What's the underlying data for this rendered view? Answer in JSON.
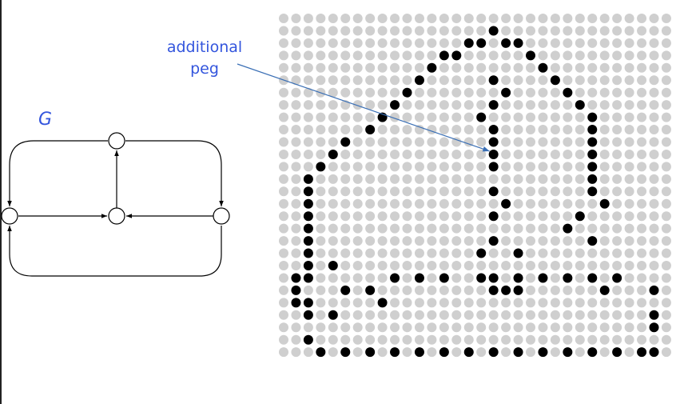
{
  "graph": {
    "label": "G",
    "label_color": "#3355dd",
    "nodes": [
      "top",
      "left",
      "center",
      "right"
    ],
    "edges": [
      [
        "top",
        "left"
      ],
      [
        "top",
        "right"
      ],
      [
        "center",
        "top"
      ],
      [
        "left",
        "center"
      ],
      [
        "right",
        "center"
      ],
      [
        "right",
        "left"
      ]
    ]
  },
  "annotation": {
    "line1": "additional",
    "line2": "peg",
    "color": "#3355dd",
    "points_to": {
      "col": 17,
      "row": 11
    }
  },
  "pegboard": {
    "columns": 32,
    "rows": 28,
    "empty_color": "#cfcfcf",
    "filled_color": "#000000",
    "filled": [
      [
        17,
        1
      ],
      [
        15,
        2
      ],
      [
        16,
        2
      ],
      [
        18,
        2
      ],
      [
        19,
        2
      ],
      [
        13,
        3
      ],
      [
        14,
        3
      ],
      [
        20,
        3
      ],
      [
        12,
        4
      ],
      [
        21,
        4
      ],
      [
        11,
        5
      ],
      [
        17,
        5
      ],
      [
        22,
        5
      ],
      [
        10,
        6
      ],
      [
        18,
        6
      ],
      [
        23,
        6
      ],
      [
        9,
        7
      ],
      [
        17,
        7
      ],
      [
        24,
        7
      ],
      [
        8,
        8
      ],
      [
        16,
        8
      ],
      [
        25,
        8
      ],
      [
        7,
        9
      ],
      [
        17,
        9
      ],
      [
        25,
        9
      ],
      [
        5,
        10
      ],
      [
        17,
        10
      ],
      [
        25,
        10
      ],
      [
        4,
        11
      ],
      [
        17,
        11
      ],
      [
        25,
        11
      ],
      [
        3,
        12
      ],
      [
        17,
        12
      ],
      [
        25,
        12
      ],
      [
        2,
        13
      ],
      [
        25,
        13
      ],
      [
        2,
        14
      ],
      [
        17,
        14
      ],
      [
        25,
        14
      ],
      [
        2,
        15
      ],
      [
        18,
        15
      ],
      [
        26,
        15
      ],
      [
        2,
        16
      ],
      [
        17,
        16
      ],
      [
        24,
        16
      ],
      [
        2,
        17
      ],
      [
        23,
        17
      ],
      [
        2,
        18
      ],
      [
        17,
        18
      ],
      [
        25,
        18
      ],
      [
        2,
        19
      ],
      [
        16,
        19
      ],
      [
        19,
        19
      ],
      [
        2,
        20
      ],
      [
        4,
        20
      ],
      [
        1,
        21
      ],
      [
        2,
        21
      ],
      [
        9,
        21
      ],
      [
        11,
        21
      ],
      [
        13,
        21
      ],
      [
        16,
        21
      ],
      [
        17,
        21
      ],
      [
        19,
        21
      ],
      [
        21,
        21
      ],
      [
        23,
        21
      ],
      [
        25,
        21
      ],
      [
        27,
        21
      ],
      [
        1,
        22
      ],
      [
        5,
        22
      ],
      [
        7,
        22
      ],
      [
        17,
        22
      ],
      [
        18,
        22
      ],
      [
        19,
        22
      ],
      [
        26,
        22
      ],
      [
        30,
        22
      ],
      [
        1,
        23
      ],
      [
        2,
        23
      ],
      [
        8,
        23
      ],
      [
        2,
        24
      ],
      [
        4,
        24
      ],
      [
        30,
        24
      ],
      [
        30,
        25
      ],
      [
        2,
        26
      ],
      [
        3,
        27
      ],
      [
        5,
        27
      ],
      [
        7,
        27
      ],
      [
        9,
        27
      ],
      [
        11,
        27
      ],
      [
        13,
        27
      ],
      [
        15,
        27
      ],
      [
        17,
        27
      ],
      [
        19,
        27
      ],
      [
        21,
        27
      ],
      [
        23,
        27
      ],
      [
        25,
        27
      ],
      [
        27,
        27
      ],
      [
        29,
        27
      ],
      [
        30,
        27
      ]
    ]
  }
}
